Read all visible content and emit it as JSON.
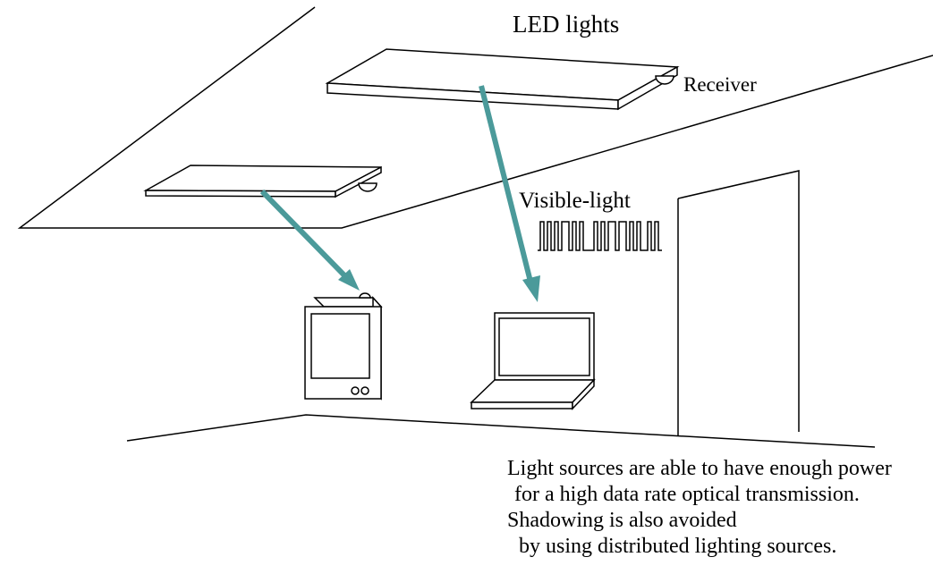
{
  "labels": {
    "led_lights": "LED lights",
    "receiver": "Receiver",
    "visible_light": "Visible-light"
  },
  "caption": {
    "line1": "Light sources are able to have enough power",
    "line2": "for a high data rate optical transmission.",
    "line3": "Shadowing is also avoided",
    "line4": "by using distributed lighting sources."
  },
  "colors": {
    "light_beam": "#4b9a9a",
    "line": "#000000",
    "background": "#ffffff"
  },
  "icons": {
    "signal": "square-wave-icon",
    "tablet": "pda-device-icon",
    "laptop": "laptop-icon",
    "door": "door-icon"
  }
}
